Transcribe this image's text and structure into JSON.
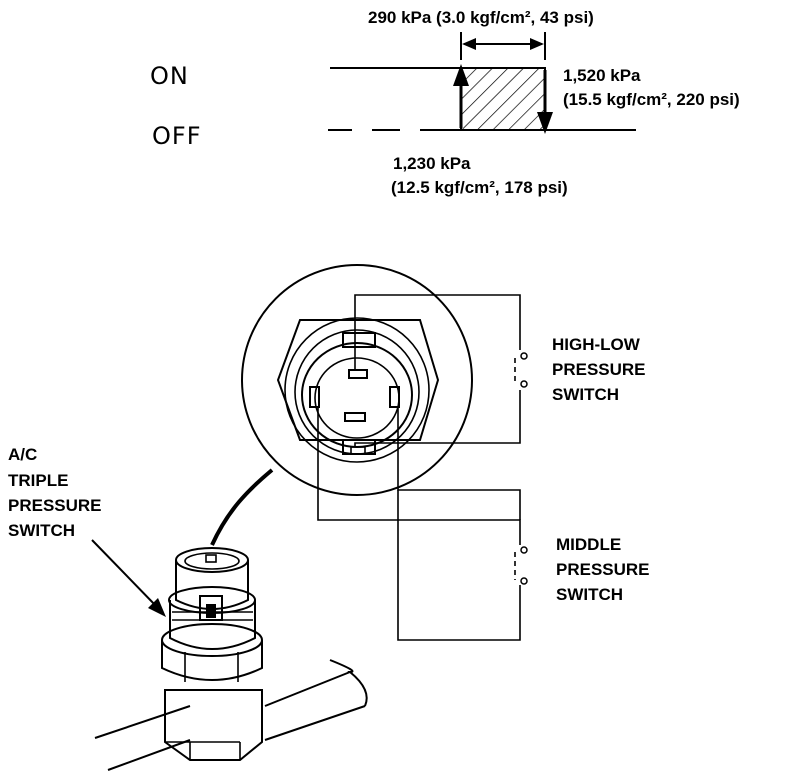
{
  "states": {
    "on": "ON",
    "off": "OFF"
  },
  "hysteresis": {
    "differential": "290 kPa (3.0 kgf/cm², 43 psi)",
    "on_pressure_line1": "1,520 kPa",
    "on_pressure_line2": "(15.5 kgf/cm², 220 psi)",
    "off_pressure_line1": "1,230 kPa",
    "off_pressure_line2": "(12.5 kgf/cm², 178 psi)"
  },
  "labels": {
    "high_low": [
      "HIGH-LOW",
      "PRESSURE",
      "SWITCH"
    ],
    "middle": [
      "MIDDLE",
      "PRESSURE",
      "SWITCH"
    ],
    "triple": [
      "A/C",
      "TRIPLE",
      "PRESSURE",
      "SWITCH"
    ]
  }
}
